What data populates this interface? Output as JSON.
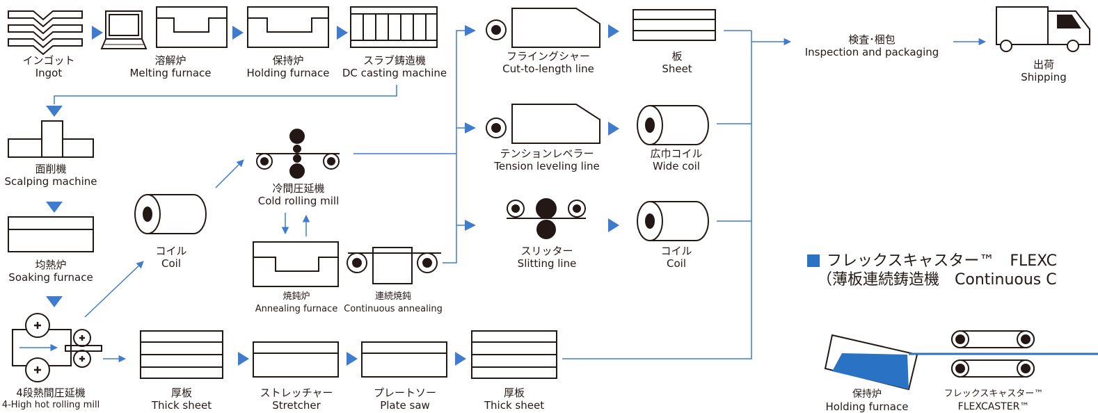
{
  "colors": {
    "arrow": "#3f7ccd",
    "line": "#3f7ccd",
    "stroke": "#231815",
    "fill": "#2a72c4"
  },
  "nodes": {
    "ingot": {
      "ja": "インゴット",
      "en": "Ingot"
    },
    "melting": {
      "ja": "溶解炉",
      "en": "Melting furnace"
    },
    "holding": {
      "ja": "保持炉",
      "en": "Holding furnace"
    },
    "dc": {
      "ja": "スラブ鋳造機",
      "en": "DC casting machine"
    },
    "cutlen": {
      "ja": "フライングシャー",
      "en": "Cut-to-length line"
    },
    "sheet": {
      "ja": "板",
      "en": "Sheet"
    },
    "inspection": {
      "ja": "検査･梱包",
      "en": "Inspection and packaging"
    },
    "shipping": {
      "ja": "出荷",
      "en": "Shipping"
    },
    "scalping": {
      "ja": "面削機",
      "en": "Scalping machine"
    },
    "tension": {
      "ja": "テンションレベラー",
      "en": "Tension leveling line"
    },
    "widecoil": {
      "ja": "広巾コイル",
      "en": "Wide coil"
    },
    "coldmill": {
      "ja": "冷間圧延機",
      "en": "Cold rolling mill"
    },
    "coil_left": {
      "ja": "コイル",
      "en": "Coil"
    },
    "soaking": {
      "ja": "均熱炉",
      "en": "Soaking furnace"
    },
    "slitting": {
      "ja": "スリッター",
      "en": "Slitting line"
    },
    "coil_right": {
      "ja": "コイル",
      "en": "Coil"
    },
    "annealing": {
      "ja": "焼鈍炉",
      "en": "Annealing furnace"
    },
    "contanneal": {
      "ja": "連続焼鈍",
      "en": "Continuous annealing"
    },
    "hotmill": {
      "ja": "4段熱間圧延機",
      "en": "4-High hot rolling mill"
    },
    "thick1": {
      "ja": "厚板",
      "en": "Thick sheet"
    },
    "stretcher": {
      "ja": "ストレッチャー",
      "en": "Stretcher"
    },
    "platesaw": {
      "ja": "プレートソー",
      "en": "Plate saw"
    },
    "thick2": {
      "ja": "厚板",
      "en": "Thick sheet"
    },
    "holding2": {
      "ja": "保持炉",
      "en": "Holding furnace"
    },
    "flexcaster": {
      "ja": "フレックスキャスター™",
      "en": "FLEXCASTER™"
    }
  },
  "flexcaster_section": {
    "line1": "フレックスキャスター™　FLEXC",
    "line2": "（薄板連続鋳造機　Continuous C"
  }
}
